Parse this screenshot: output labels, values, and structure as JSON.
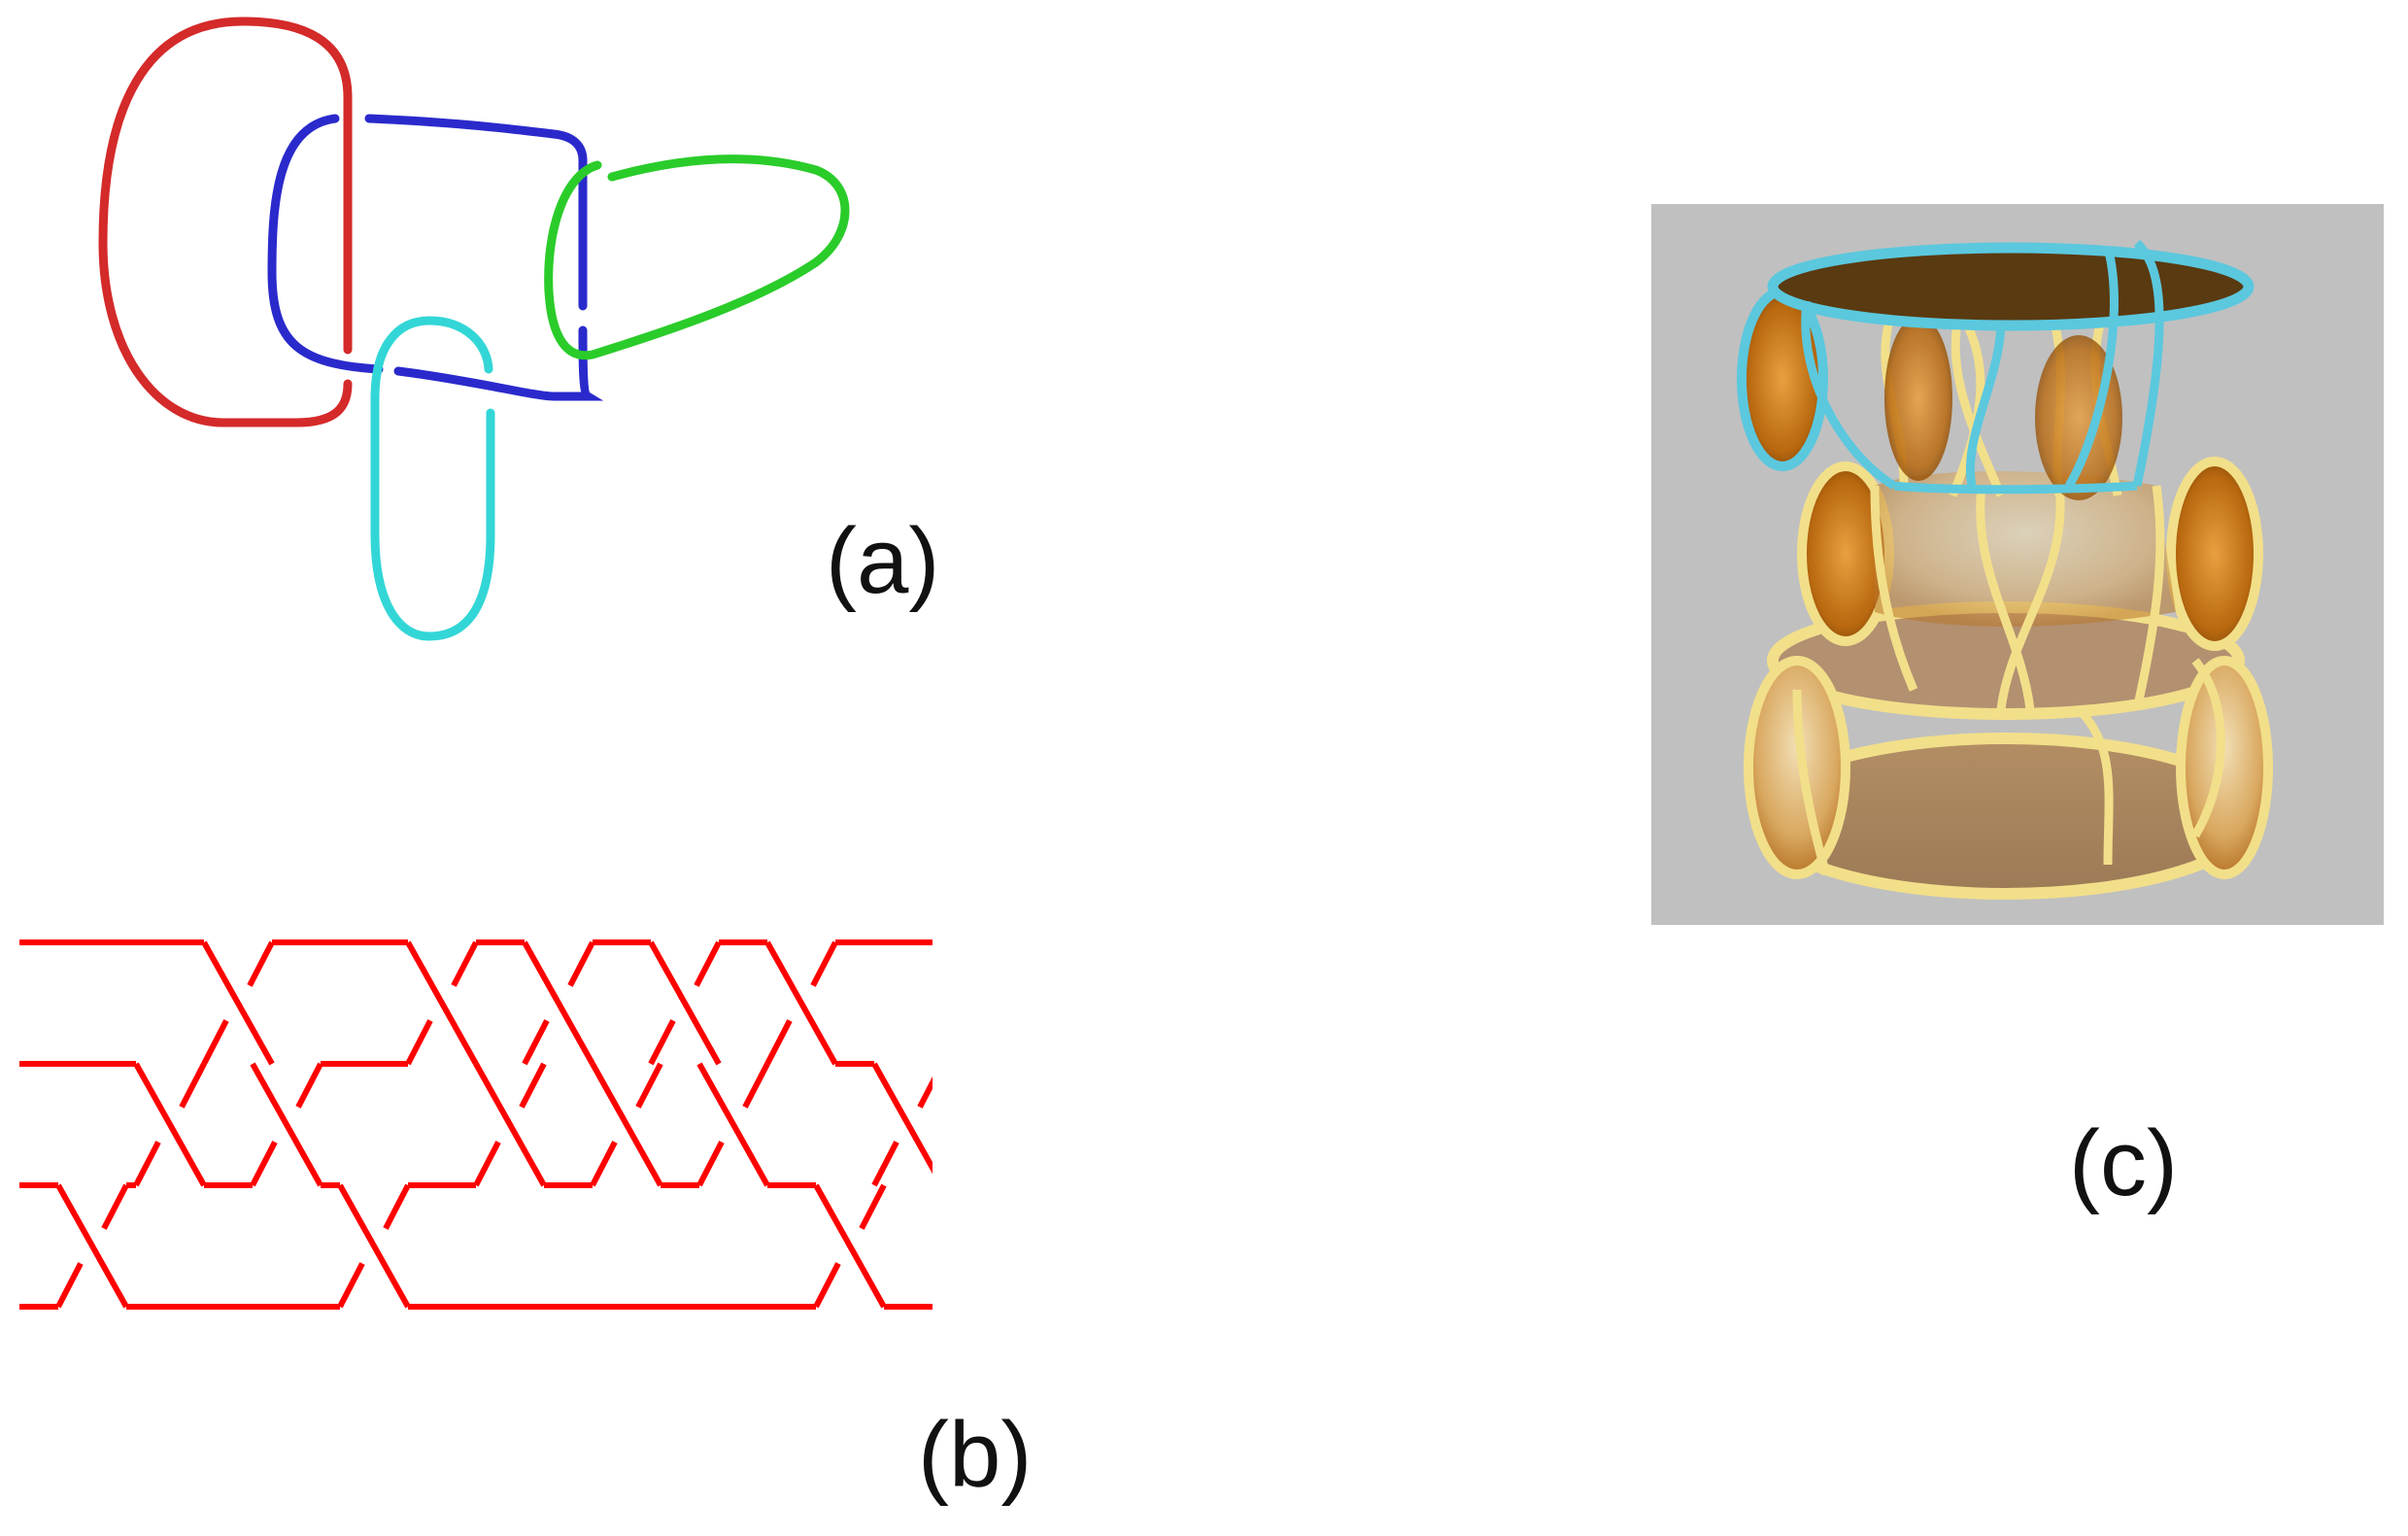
{
  "labels": {
    "a": "(a)",
    "b": "(b)",
    "c": "(c)"
  },
  "panel_a": {
    "components": [
      {
        "color": "#d42a2a"
      },
      {
        "color": "#2a2acc"
      },
      {
        "color": "#2acc2a"
      },
      {
        "color": "#33d6d6"
      }
    ]
  },
  "panel_b": {
    "color": "#ff0000",
    "strands": 4
  },
  "panel_c": {
    "background": "#c0c0c0",
    "tube_colors": {
      "cyan": "#5bc8de",
      "yellow": "#f2df8a",
      "membrane_light": "#e8cc9e",
      "membrane_dark": "#c97a1c"
    }
  }
}
